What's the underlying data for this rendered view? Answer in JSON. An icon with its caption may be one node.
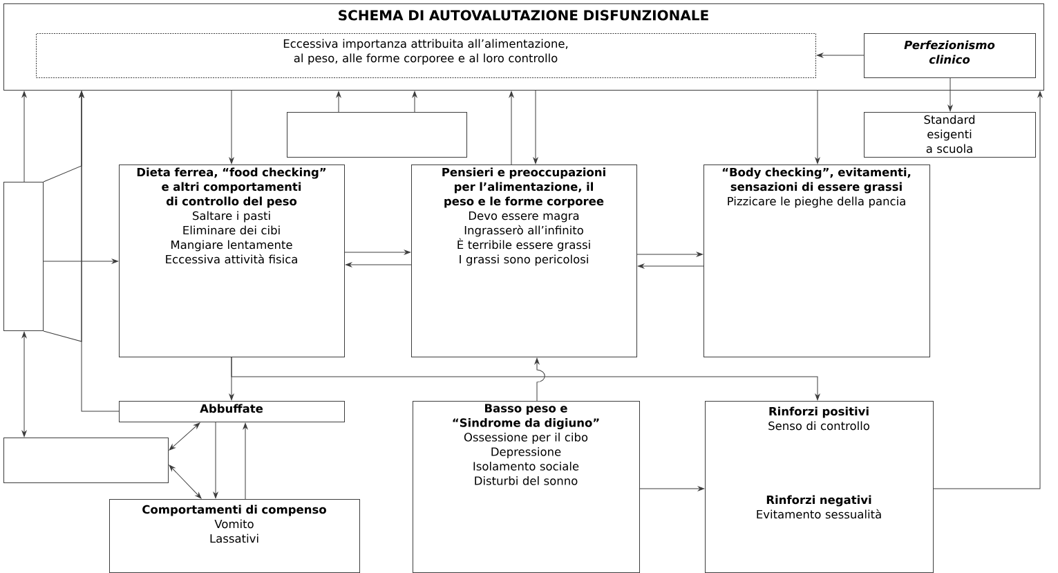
{
  "diagram": {
    "nodes": [
      {
        "text": [
          "SCHEMA DI AUTOVALUTAZIONE DISFUNZIONALE"
        ]
      },
      {
        "text": [
          "Eccessiva importanza attribuita all’alimentazione, al peso, alle forme corporee e al loro controllo"
        ],
        "in": 0
      },
      {
        "text": [
          "Perfezionismo clinico"
        ],
        "in": 0
      },
      {
        "text": [],
        "shape": "box"
      },
      {
        "text": [
          "Standard esigenti a scuola"
        ]
      },
      {
        "text": [],
        "shape": "box"
      },
      {
        "text": [
          "Dieta ferrea, “food checking” e altri comportamenti di controllo del peso",
          "Saltare i pasti",
          "Eliminare dei cibi",
          "Mangiare lentamente",
          "Eccessiva attività fisica"
        ]
      },
      {
        "text": [
          "Pensieri e preoccupazioni per l’alimentazione, il peso e le forme corporee",
          "Devo essere magra",
          "Ingrasserò all’infinito",
          "È terribile essere grassi",
          "I grassi sono pericolosi"
        ]
      },
      {
        "text": [
          "“Body checking”, evitamenti, sensazioni di essere grassi",
          "Pizzicare le pieghe della pancia"
        ]
      },
      {
        "text": [
          "Abbuffate"
        ]
      },
      {
        "text": [],
        "shape": "box"
      },
      {
        "text": [
          "Basso peso e “Sindrome da digiuno”",
          "Ossessione per il cibo",
          "Depressione",
          "Isolamento sociale",
          "Disturbi del sonno"
        ]
      },
      {
        "text": [
          "Comportamenti di compenso",
          "Vomito",
          "Lassativi"
        ]
      },
      {
        "text": [
          "Rinforzi positivi",
          "Senso di controllo",
          "Rinforzi negativi",
          "Evitamento sessualità"
        ]
      }
    ],
    "edges": [
      {
        "from": 2,
        "to": 1,
        "arrow": "to"
      },
      {
        "from": 2,
        "to": 4,
        "arrow": "to"
      },
      {
        "from": 0,
        "to": 6,
        "arrow": "to"
      },
      {
        "from": 7,
        "to": 0,
        "arrow": "to"
      },
      {
        "from": 0,
        "to": 7,
        "arrow": "to"
      },
      {
        "from": 0,
        "to": 8,
        "arrow": "to"
      },
      {
        "from": 3,
        "to": 0,
        "arrow": "to"
      },
      {
        "from": 3,
        "to": 0,
        "arrow": "to"
      },
      {
        "from": 5,
        "to": 0,
        "arrow": "to"
      },
      {
        "from": 5,
        "to": 0,
        "arrow": "to"
      },
      {
        "from": 5,
        "to": 0,
        "arrow": "to"
      },
      {
        "from": 9,
        "to": 0,
        "arrow": "to"
      },
      {
        "from": 5,
        "to": 6,
        "arrow": "to"
      },
      {
        "from": 5,
        "to": 10,
        "arrow": "both"
      },
      {
        "from": 6,
        "to": 7,
        "arrow": "to"
      },
      {
        "from": 7,
        "to": 6,
        "arrow": "to"
      },
      {
        "from": 7,
        "to": 8,
        "arrow": "to"
      },
      {
        "from": 8,
        "to": 7,
        "arrow": "to"
      },
      {
        "from": 6,
        "to": 9,
        "arrow": "to"
      },
      {
        "from": 6,
        "to": 13,
        "arrow": "to"
      },
      {
        "from": 11,
        "to": 7,
        "arrow": "to"
      },
      {
        "from": 9,
        "to": 10,
        "arrow": "both"
      },
      {
        "from": 10,
        "to": 12,
        "arrow": "both"
      },
      {
        "from": 9,
        "to": 12,
        "arrow": "to"
      },
      {
        "from": 12,
        "to": 9,
        "arrow": "to"
      },
      {
        "from": 11,
        "to": 13,
        "arrow": "to"
      },
      {
        "from": 13,
        "to": 0,
        "arrow": "to"
      }
    ]
  }
}
